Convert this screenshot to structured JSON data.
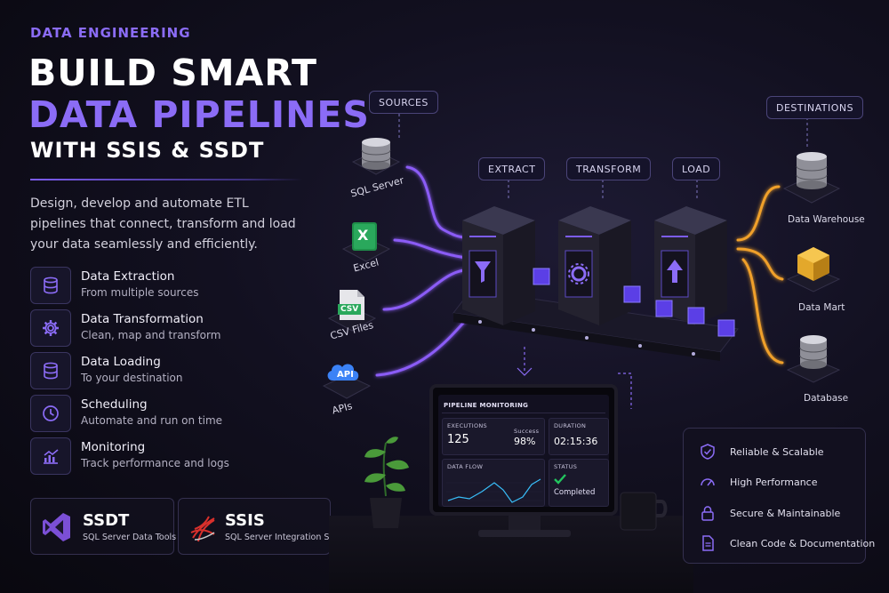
{
  "header": {
    "eyebrow": "DATA ENGINEERING",
    "title_line1": "BUILD SMART",
    "title_line2": "DATA PIPELINES",
    "title_line3": "WITH SSIS & SSDT",
    "description": "Design, develop and automate ETL pipelines that connect, transform and load your data seamlessly and efficiently."
  },
  "features": [
    {
      "title": "Data Extraction",
      "subtitle": "From multiple sources",
      "icon": "database-icon"
    },
    {
      "title": "Data Transformation",
      "subtitle": "Clean, map and transform",
      "icon": "gear-icon"
    },
    {
      "title": "Data Loading",
      "subtitle": "To your destination",
      "icon": "database-icon"
    },
    {
      "title": "Scheduling",
      "subtitle": "Automate and run on time",
      "icon": "clock-icon"
    },
    {
      "title": "Monitoring",
      "subtitle": "Track performance and logs",
      "icon": "chart-icon"
    }
  ],
  "brands": {
    "ssdt": {
      "name": "SSDT",
      "subtitle": "SQL Server Data Tools"
    },
    "ssis": {
      "name": "SSIS",
      "subtitle": "SQL Server Integration Services"
    }
  },
  "pipeline": {
    "sources_tag": "SOURCES",
    "destinations_tag": "DESTINATIONS",
    "stages": [
      "EXTRACT",
      "TRANSFORM",
      "LOAD"
    ],
    "sources": [
      "SQL Server",
      "Excel",
      "CSV Files",
      "APIs"
    ],
    "source_icon_text": {
      "excel": "X",
      "csv": "CSV",
      "api": "API"
    },
    "destinations": [
      "Data Warehouse",
      "Data Mart",
      "Database"
    ]
  },
  "monitor": {
    "title": "PIPELINE MONITORING",
    "executions_label": "EXECUTIONS",
    "executions_value": "125",
    "success_label": "Success",
    "success_value": "98%",
    "duration_label": "DURATION",
    "duration_value": "02:15:36",
    "dataflow_label": "DATA FLOW",
    "status_label": "STATUS",
    "status_value": "Completed"
  },
  "benefits": [
    {
      "label": "Reliable & Scalable",
      "icon": "shield-check-icon"
    },
    {
      "label": "High Performance",
      "icon": "gauge-icon"
    },
    {
      "label": "Secure & Maintainable",
      "icon": "lock-icon"
    },
    {
      "label": "Clean Code & Documentation",
      "icon": "document-icon"
    }
  ],
  "colors": {
    "accent": "#8b6cf6",
    "orange": "#f0a02a",
    "background": "#0b0a14"
  }
}
